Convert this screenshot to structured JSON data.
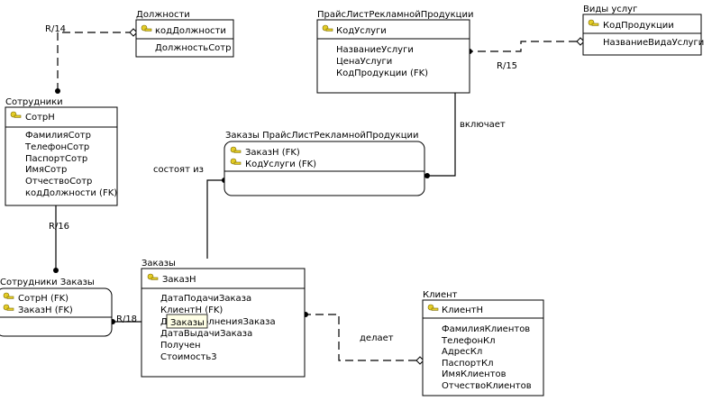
{
  "entities": [
    {
      "id": "dolzhnosti",
      "title": "Должности",
      "pk": [
        "кодДолжности"
      ],
      "attrs": [
        "ДолжностьСотр"
      ]
    },
    {
      "id": "sotrudniki",
      "title": "Сотрудники",
      "pk": [
        "СотрН"
      ],
      "attrs": [
        "ФамилияСотр",
        "ТелефонСотр",
        "ПаспортСотр",
        "ИмяСотр",
        "ОтчествоСотр",
        "кодДолжности (FK)"
      ]
    },
    {
      "id": "praislist",
      "title": "ПрайсЛистРекламнойПродукции",
      "pk": [
        "КодУслуги"
      ],
      "attrs": [
        "НазваниеУслуги",
        "ЦенаУслуги",
        "КодПродукции (FK)"
      ]
    },
    {
      "id": "vidy_uslug",
      "title": "Виды услуг",
      "pk": [
        "КодПродукции"
      ],
      "attrs": [
        "НазваниеВидаУслуги"
      ]
    },
    {
      "id": "zakazy_praislist",
      "title": "Заказы ПрайсЛистРекламнойПродукции",
      "pk": [
        "ЗаказН (FK)",
        "КодУслуги (FK)"
      ],
      "attrs": []
    },
    {
      "id": "sotrudniki_zakazy",
      "title": "Сотрудники Заказы",
      "pk": [
        "СотрН (FK)",
        "ЗаказН (FK)"
      ],
      "attrs": []
    },
    {
      "id": "zakazy",
      "title": "Заказы",
      "pk": [
        "ЗаказН"
      ],
      "attrs": [
        "ДатаПодачиЗаказа",
        "КлиентН (FK)",
        "ДатаВыполненияЗаказа",
        "ДатаВыдачиЗаказа",
        "Получен",
        "Стоимость3"
      ]
    },
    {
      "id": "klient",
      "title": "Клиент",
      "pk": [
        "КлиентН"
      ],
      "attrs": [
        "ФамилияКлиентов",
        "ТелефонКл",
        "АдресКл",
        "ПаспортКл",
        "ИмяКлиентов",
        "ОтчествоКлиентов"
      ]
    }
  ],
  "relationships": {
    "r14": "R/14",
    "r15": "R/15",
    "r16": "R/16",
    "r18": "R/18",
    "vklyuchaet": "включает",
    "sostoit_iz": "состоят из",
    "delaet": "делает"
  },
  "tooltip": "Заказы"
}
